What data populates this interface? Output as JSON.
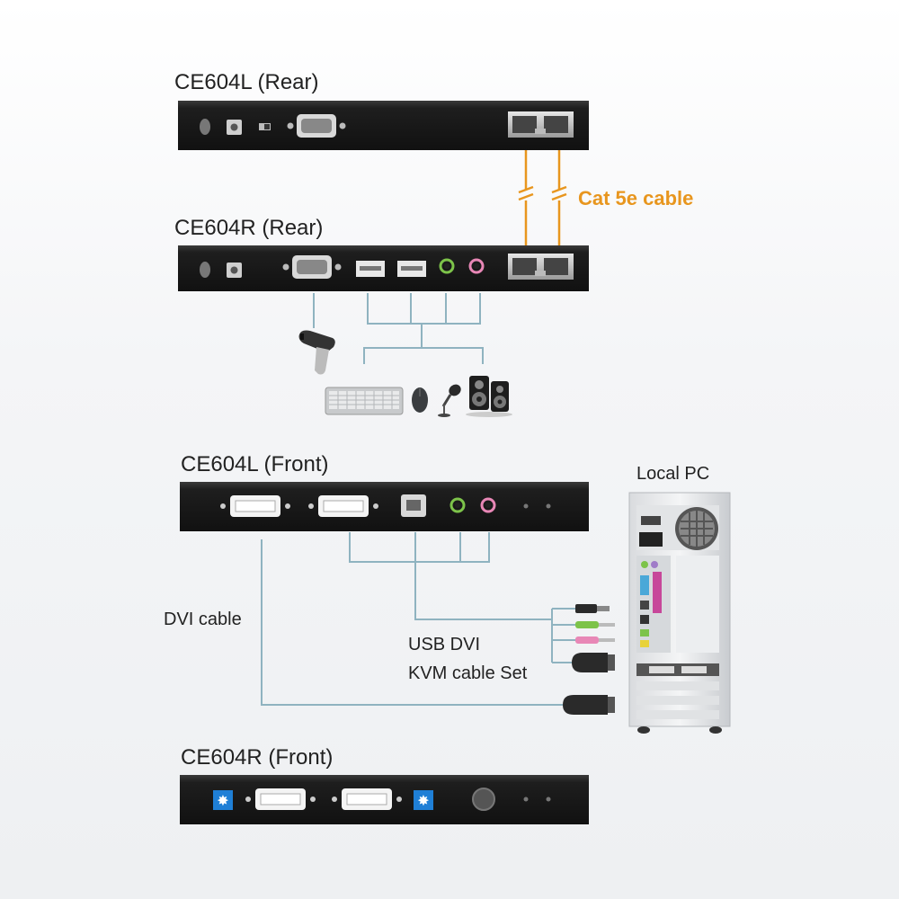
{
  "devices": {
    "l_rear": "CE604L (Rear)",
    "r_rear": "CE604R (Rear)",
    "l_front": "CE604L (Front)",
    "r_front": "CE604R (Front)"
  },
  "cables": {
    "cat5e": "Cat 5e cable",
    "dvi": "DVI cable",
    "usb_dvi_line1": "USB DVI",
    "usb_dvi_line2": "KVM cable Set"
  },
  "pc": {
    "label": "Local PC"
  },
  "colors": {
    "panel": "#1c1c1c",
    "cable": "#8fb3c0",
    "cat5e": "#e8961e",
    "dvi_port": "#f4f4f4",
    "audio_green": "#7dc34a",
    "audio_pink": "#e887b6",
    "led_blue": "#1f7fd6"
  },
  "icons": [
    "barcode-scanner-icon",
    "keyboard-icon",
    "mouse-icon",
    "microphone-icon",
    "speakers-icon",
    "pc-tower-icon"
  ]
}
